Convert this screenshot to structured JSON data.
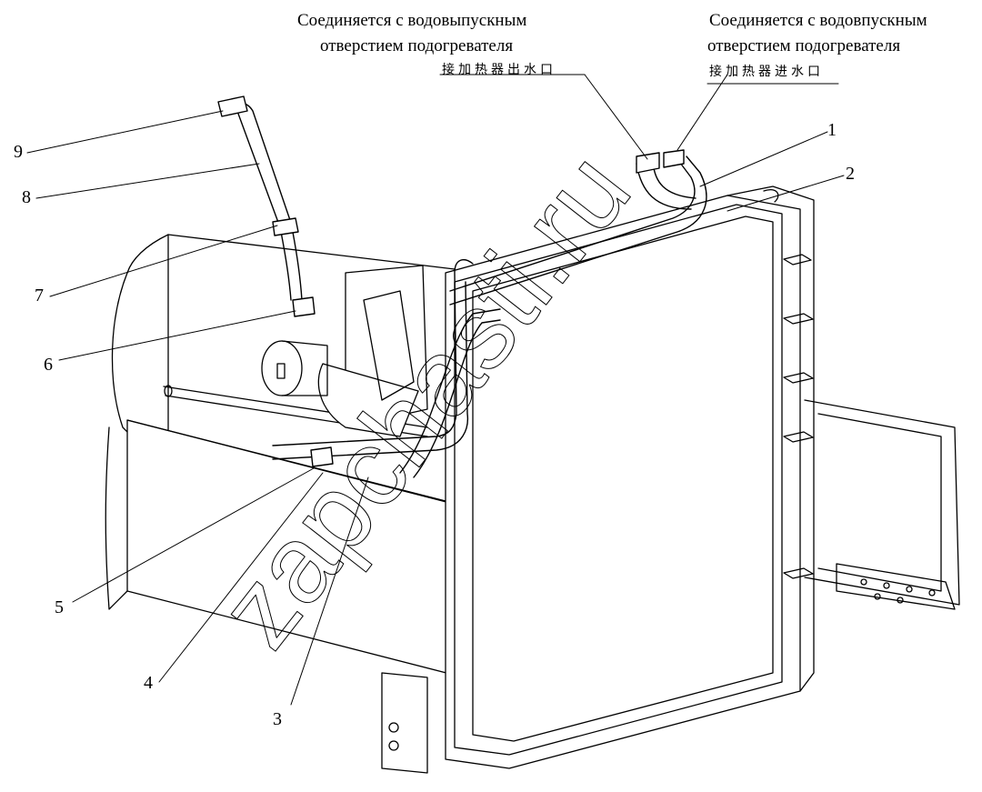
{
  "annotations": {
    "outlet": {
      "ru_line1": "Соединяется с водовыпускным",
      "ru_line2": "отверстием подогревателя",
      "cn": "接加热器出水口"
    },
    "inlet": {
      "ru_line1": "Соединяется с водовпускным",
      "ru_line2": "отверстием подогревателя",
      "cn": "接加热器进水口"
    }
  },
  "callouts": [
    "1",
    "2",
    "3",
    "4",
    "5",
    "6",
    "7",
    "8",
    "9"
  ],
  "watermark": "zapchasti.ru",
  "colors": {
    "ink": "#000000",
    "paper": "#ffffff"
  }
}
